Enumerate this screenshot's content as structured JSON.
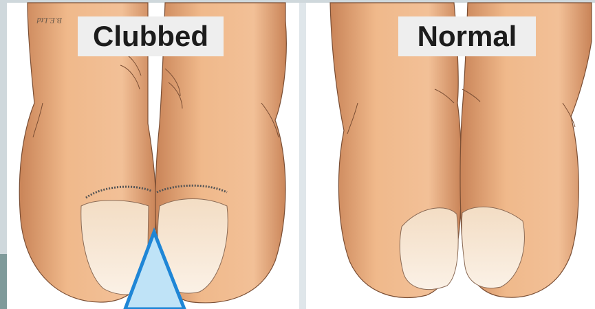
{
  "panels": [
    {
      "label": "Clubbed"
    },
    {
      "label": "Normal"
    }
  ],
  "watermark": "B.E.Ltd",
  "colors": {
    "skin": "#e8ad7d",
    "skin_shadow": "#c9895c",
    "nail": "#f6e3cf",
    "arrow": "#1f86d6",
    "label_bg": "#eeeeee",
    "background": "#ffffff"
  }
}
